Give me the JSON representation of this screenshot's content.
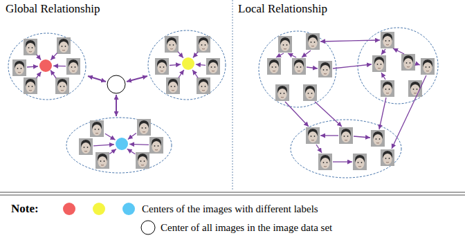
{
  "diagram": {
    "nodes": [
      {
        "text": [
          "Global Relationship"
        ]
      },
      {
        "text": [
          "Local Relationship"
        ]
      }
    ],
    "labels": [
      "Note:"
    ],
    "legend": [
      {
        "text": "Centers of the images with different labels"
      },
      {
        "text": "Center of all images in the image data set"
      }
    ]
  }
}
